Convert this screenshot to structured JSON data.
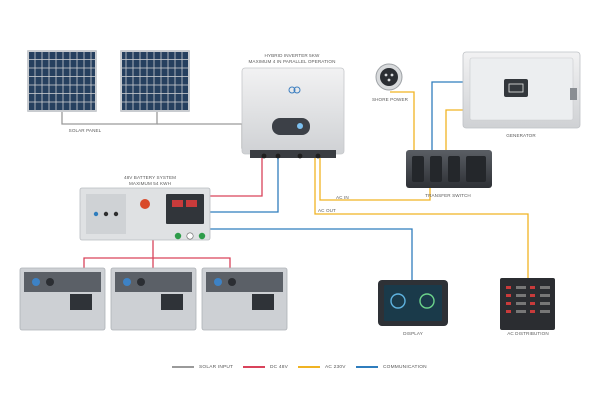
{
  "labels": {
    "solar_panel": "SOLAR PANEL",
    "inverter_line1": "HYBRID INVERTER 5KW",
    "inverter_line2": "MAXIMUM 4 IN PARALLEL OPERATION",
    "shore_power": "SHORE POWER",
    "generator": "GENERATOR",
    "transfer_switch": "TRANSFER SWITCH",
    "battery_line1": "48V BATTERY SYSTEM",
    "battery_line2": "MAXIMUM 54 KWH",
    "ac_in": "AC IN",
    "ac_out": "AC OUT",
    "display": "DISPLAY",
    "ac_distribution": "AC DISTRIBUTION"
  },
  "legend": [
    {
      "label": "SOLAR INPUT",
      "color": "#9a9a9a"
    },
    {
      "label": "DC 48V",
      "color": "#d9435b"
    },
    {
      "label": "AC 230V",
      "color": "#f0b323"
    },
    {
      "label": "COMMUNICATION",
      "color": "#2f7dbd"
    }
  ],
  "colors": {
    "solar": "#9a9a9a",
    "dc": "#d9435b",
    "ac": "#f0b323",
    "comm": "#2f7dbd",
    "panel_cell": "#1f3550",
    "device_body": "#e2e3e5",
    "display_screen": "#1a3a4a"
  }
}
